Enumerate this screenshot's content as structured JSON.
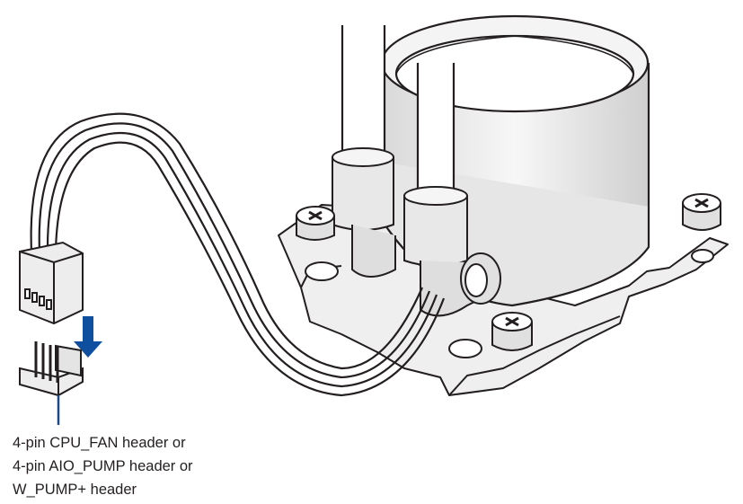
{
  "caption": {
    "lines": [
      "4-pin CPU_FAN header or",
      "4-pin AIO_PUMP header or",
      "W_PUMP+ header"
    ]
  },
  "colors": {
    "line": "#231f20",
    "component_fill": "#eeeeee",
    "component_shade": "#d6d6d6",
    "arrow": "#0f4fa0",
    "leader_line": "#1a4a8a"
  },
  "icons": [
    "down-arrow-icon",
    "screw-cross-icon"
  ]
}
